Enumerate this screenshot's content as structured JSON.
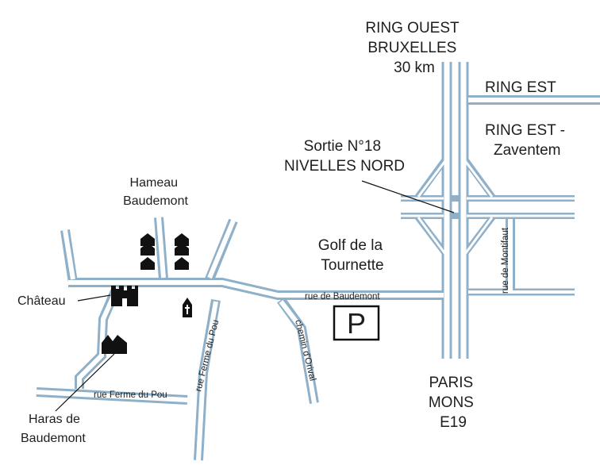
{
  "labels": {
    "ring_ouest_line1": "RING OUEST",
    "ring_ouest_line2": "BRUXELLES",
    "ring_ouest_line3": "30 km",
    "ring_est": "RING EST",
    "ring_est_zav_line1": "RING EST -",
    "ring_est_zav_line2": "Zaventem",
    "sortie_line1": "Sortie N°18",
    "sortie_line2": "NIVELLES NORD",
    "hameau_line1": "Hameau",
    "hameau_line2": "Baudemont",
    "golf_line1": "Golf de la",
    "golf_line2": "Tournette",
    "chateau": "Château",
    "haras_line1": "Haras de",
    "haras_line2": "Baudemont",
    "paris_line1": "PARIS",
    "paris_line2": "MONS",
    "paris_line3": "E19",
    "parking": "P"
  },
  "streets": {
    "rue_de_baudemont": "rue de Baudemont",
    "rue_ferme_du_pou_vertical": "rue Ferme du Pou",
    "rue_ferme_du_pou_horizontal": "rue Ferme du Pou",
    "chemin_d_orival": "chemin d'Orival",
    "rue_de_montifaut": "rue de Montifaut"
  },
  "icons": [
    "houses-icon",
    "houses-icon",
    "castle-icon",
    "church-icon",
    "stable-icon",
    "parking-icon"
  ],
  "colors": {
    "road": "#8fb0c9",
    "ink": "#111111"
  }
}
